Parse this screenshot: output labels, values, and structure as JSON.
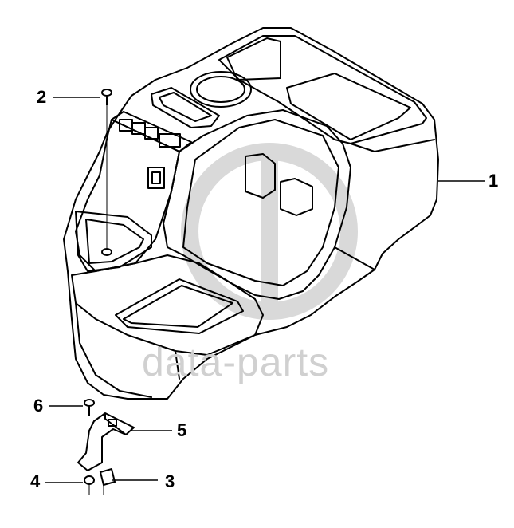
{
  "watermark": {
    "text": "data-parts"
  },
  "callouts": [
    {
      "id": "1",
      "label": "1"
    },
    {
      "id": "2",
      "label": "2"
    },
    {
      "id": "3",
      "label": "3"
    },
    {
      "id": "4",
      "label": "4"
    },
    {
      "id": "5",
      "label": "5"
    },
    {
      "id": "6",
      "label": "6"
    }
  ],
  "colors": {
    "line": "#000000",
    "watermark": "#d0d0d0",
    "background": "#ffffff"
  }
}
